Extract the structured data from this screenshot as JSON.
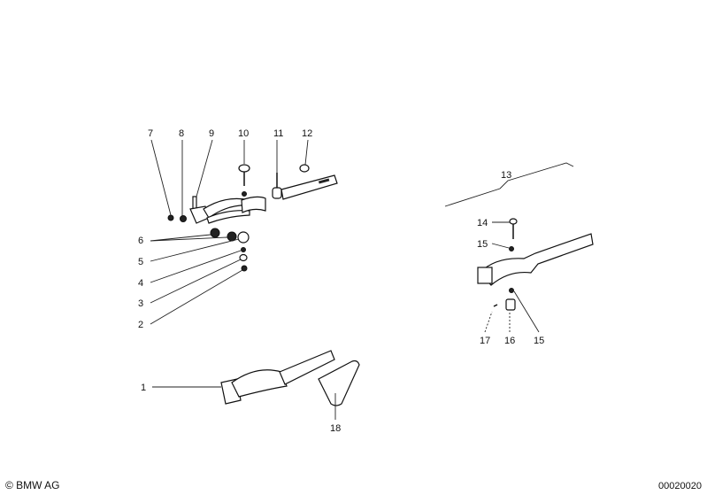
{
  "diagram": {
    "callouts": {
      "c1": "1",
      "c2": "2",
      "c3": "3",
      "c4": "4",
      "c5": "5",
      "c6": "6",
      "c7": "7",
      "c8": "8",
      "c9": "9",
      "c10": "10",
      "c11": "11",
      "c12": "12",
      "c13": "13",
      "c14": "14",
      "c15a": "15",
      "c15b": "15",
      "c16": "16",
      "c17": "17",
      "c18": "18"
    }
  },
  "footer": {
    "copyright": "© BMW AG",
    "diagram_number": "00020020"
  }
}
